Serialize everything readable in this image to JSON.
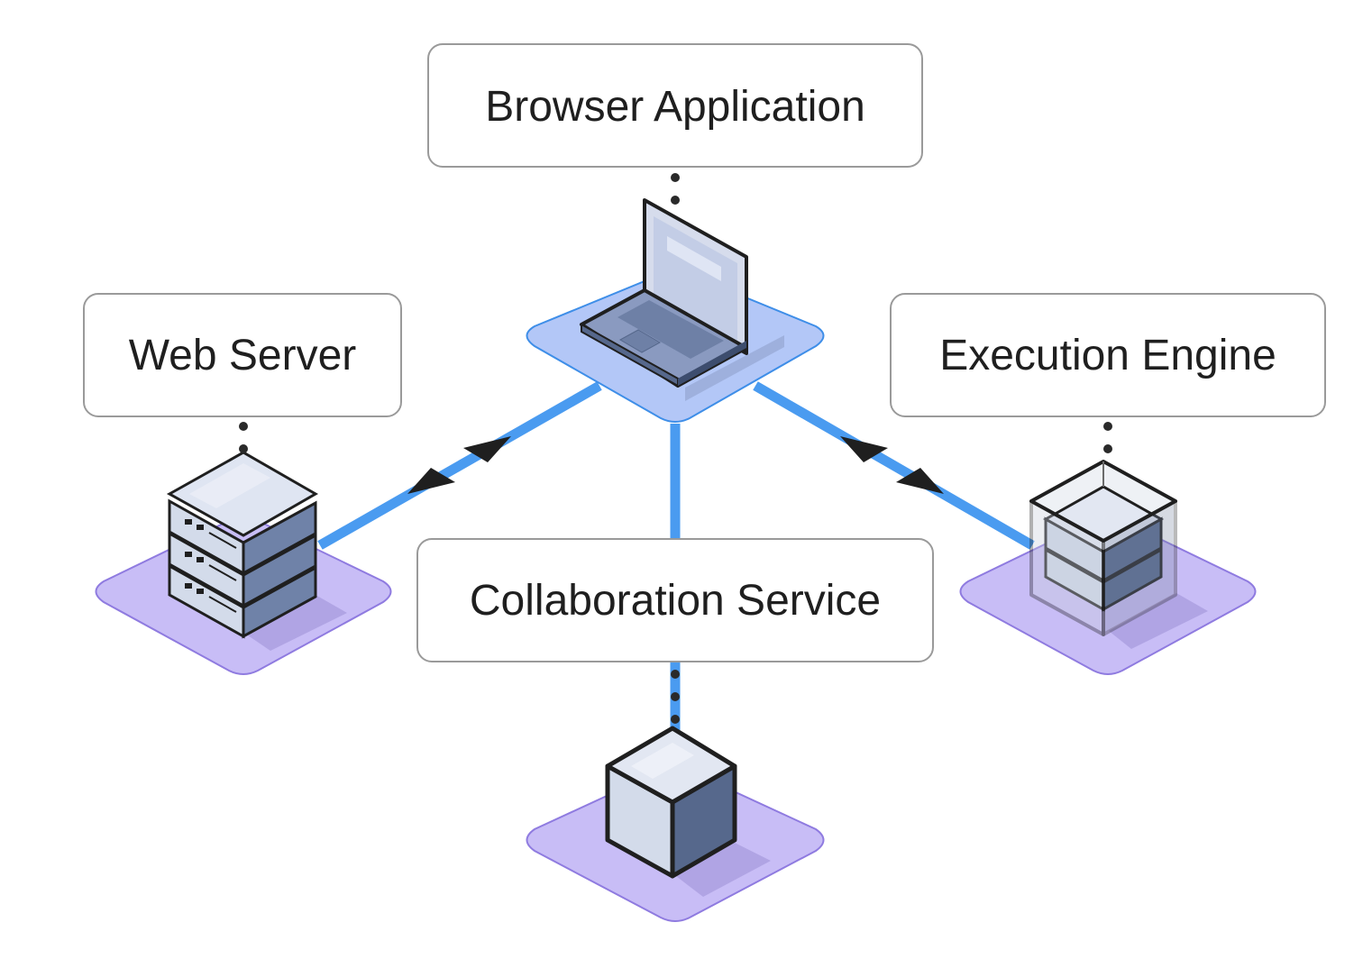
{
  "nodes": {
    "browser": {
      "label": "Browser Application",
      "icon": "laptop-icon"
    },
    "webserver": {
      "label": "Web Server",
      "icon": "server-rack-icon"
    },
    "engine": {
      "label": "Execution Engine",
      "icon": "container-icon"
    },
    "collab": {
      "label": "Collaboration Service",
      "icon": "cube-icon"
    }
  },
  "edges": [
    {
      "from": "browser",
      "to": "webserver",
      "arrows": "both"
    },
    {
      "from": "browser",
      "to": "engine",
      "arrows": "both"
    },
    {
      "from": "browser",
      "to": "collab",
      "arrows": "none"
    }
  ],
  "colors": {
    "connector": "#4a9bf0",
    "platform_blue": "#b3c7f7",
    "platform_purple": "#c8bdf6",
    "platform_stroke_blue": "#3e8ee8",
    "platform_stroke_purple": "#8f7be0",
    "box_stroke": "#9a9a9a",
    "device_light": "#d3dbea",
    "device_dark": "#56688c",
    "device_mid": "#7284a8"
  }
}
